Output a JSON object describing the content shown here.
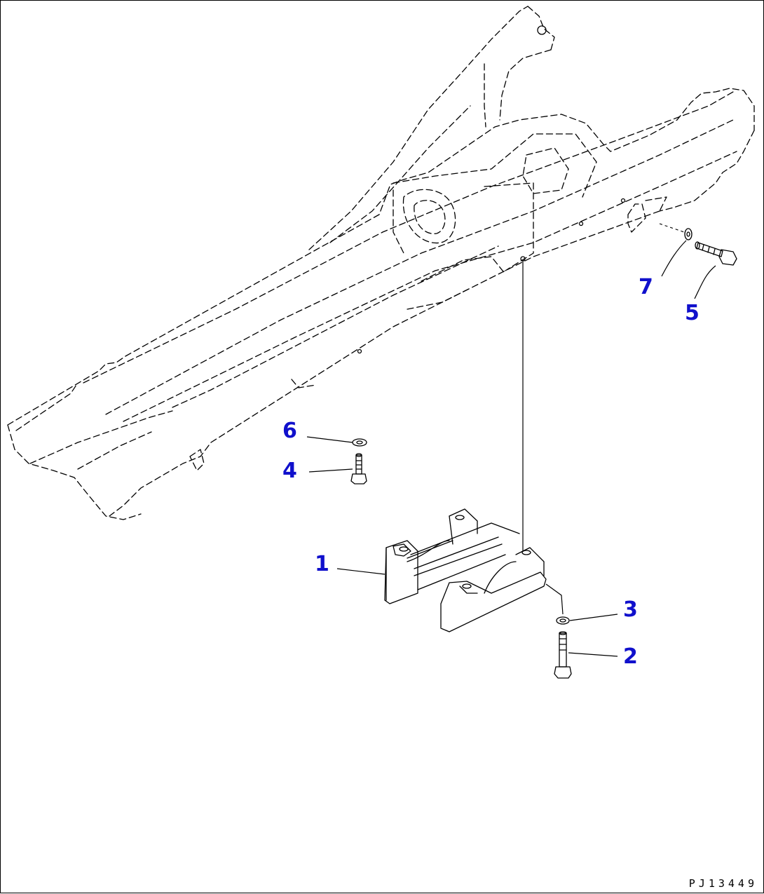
{
  "diagram": {
    "callout_color": "#1010cc",
    "line_color": "#000000",
    "callouts": [
      {
        "id": "1",
        "label": "1"
      },
      {
        "id": "2",
        "label": "2"
      },
      {
        "id": "3",
        "label": "3"
      },
      {
        "id": "4",
        "label": "4"
      },
      {
        "id": "5",
        "label": "5"
      },
      {
        "id": "6",
        "label": "6"
      },
      {
        "id": "7",
        "label": "7"
      }
    ],
    "drawing_code": "PJ13449"
  }
}
